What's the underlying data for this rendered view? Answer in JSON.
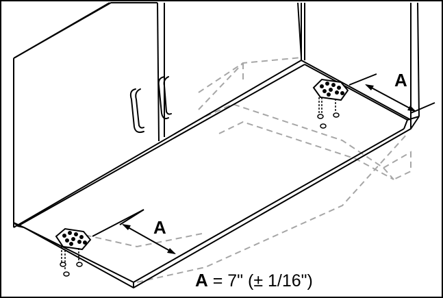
{
  "diagram": {
    "dimension_label_rear": "A",
    "dimension_label_front": "A",
    "formula_var": "A",
    "formula_text": " = 7\" (± 1/16\")"
  },
  "colors": {
    "line": "#000000",
    "hidden_line": "#a6a6a6",
    "background": "#ffffff"
  }
}
